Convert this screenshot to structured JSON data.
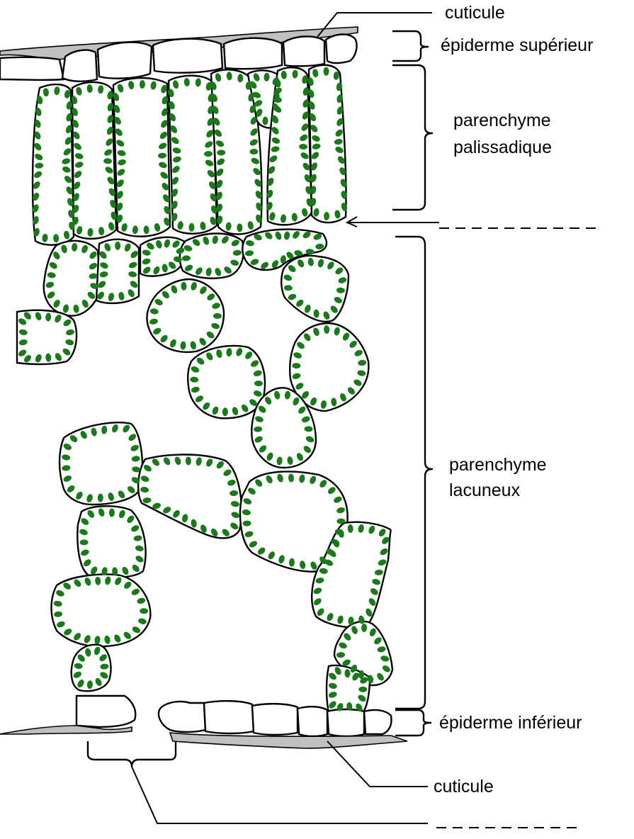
{
  "colors": {
    "chloroplast": "#1a7a1a",
    "cuticle": "#c0c0c0",
    "outline": "#000000"
  },
  "labels": {
    "cuticle_top": "cuticule",
    "upper_epidermis": "épiderme supérieur",
    "palisade_line1": "parenchyme",
    "palisade_line2": "palissadique",
    "spongy_line1": "parenchyme",
    "spongy_line2": "lacuneux",
    "lower_epidermis": "épiderme inférieur",
    "cuticle_bottom": "cuticule"
  },
  "blanks": {
    "palisade_boundary": "",
    "stoma": ""
  }
}
